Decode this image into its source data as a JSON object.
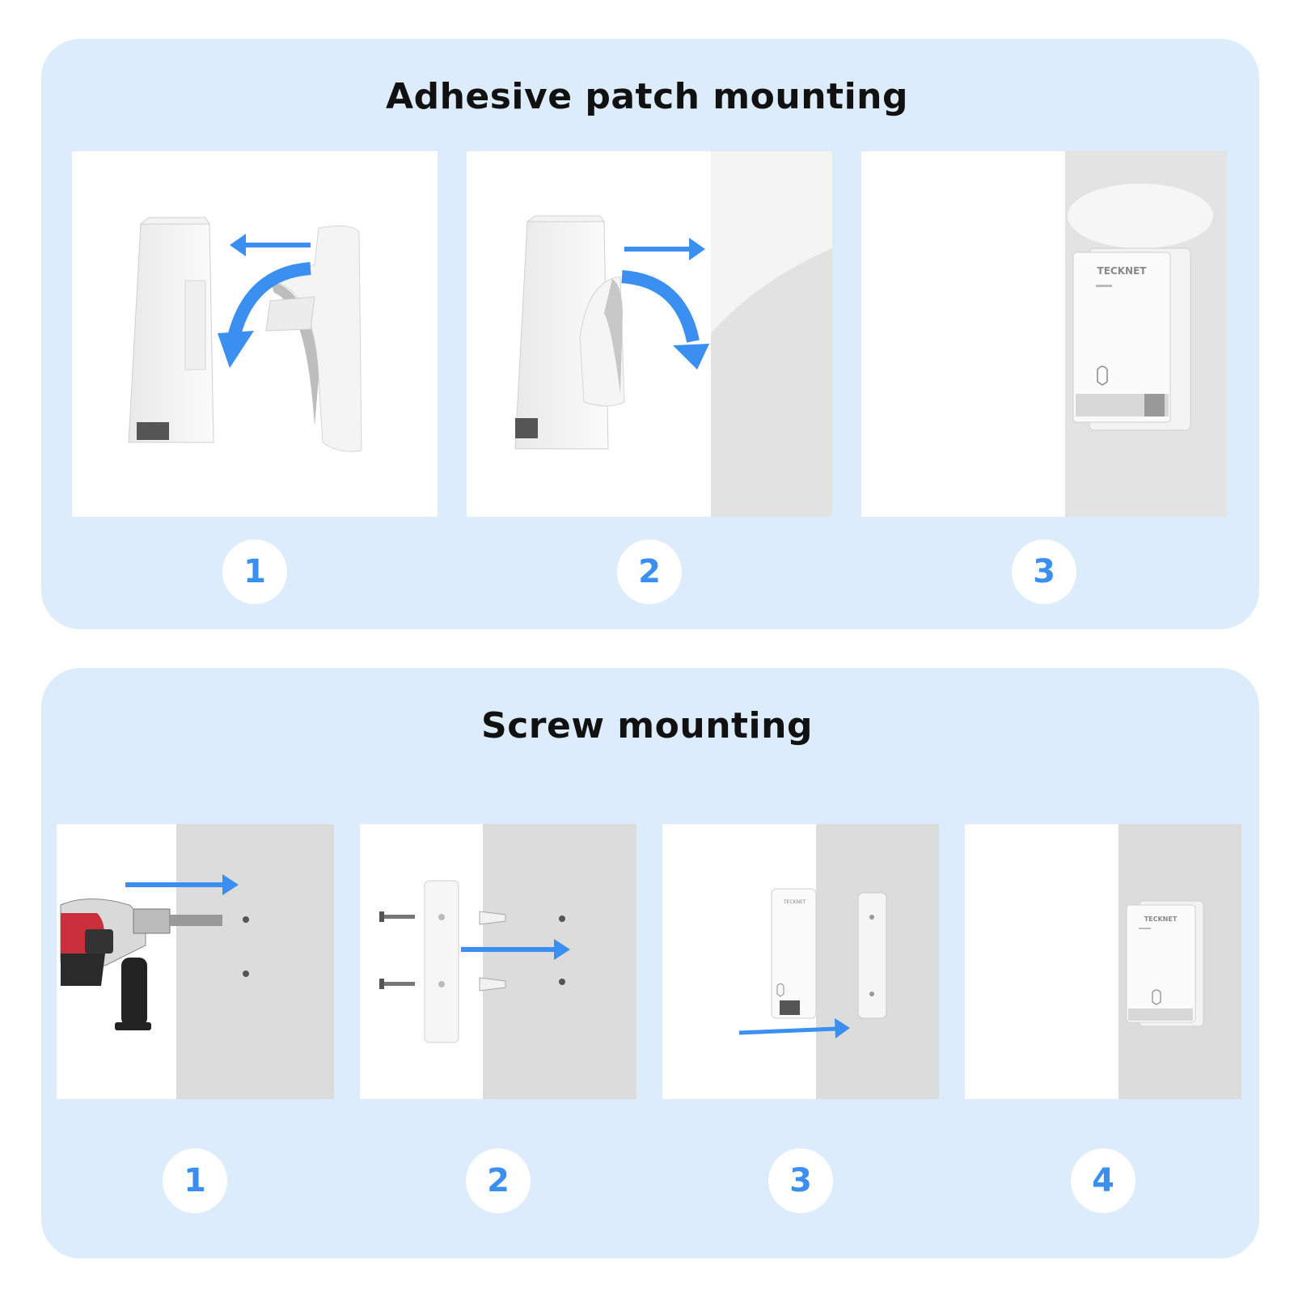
{
  "adhesive": {
    "title": "Adhesive patch mounting",
    "steps": [
      "1",
      "2",
      "3"
    ]
  },
  "screw": {
    "title": "Screw mounting",
    "steps": [
      "1",
      "2",
      "3",
      "4"
    ]
  },
  "brand": "TECKNET",
  "colors": {
    "panel": "#ddecfb",
    "accent": "#3a8ff0",
    "wall": "#dcdcdc"
  }
}
